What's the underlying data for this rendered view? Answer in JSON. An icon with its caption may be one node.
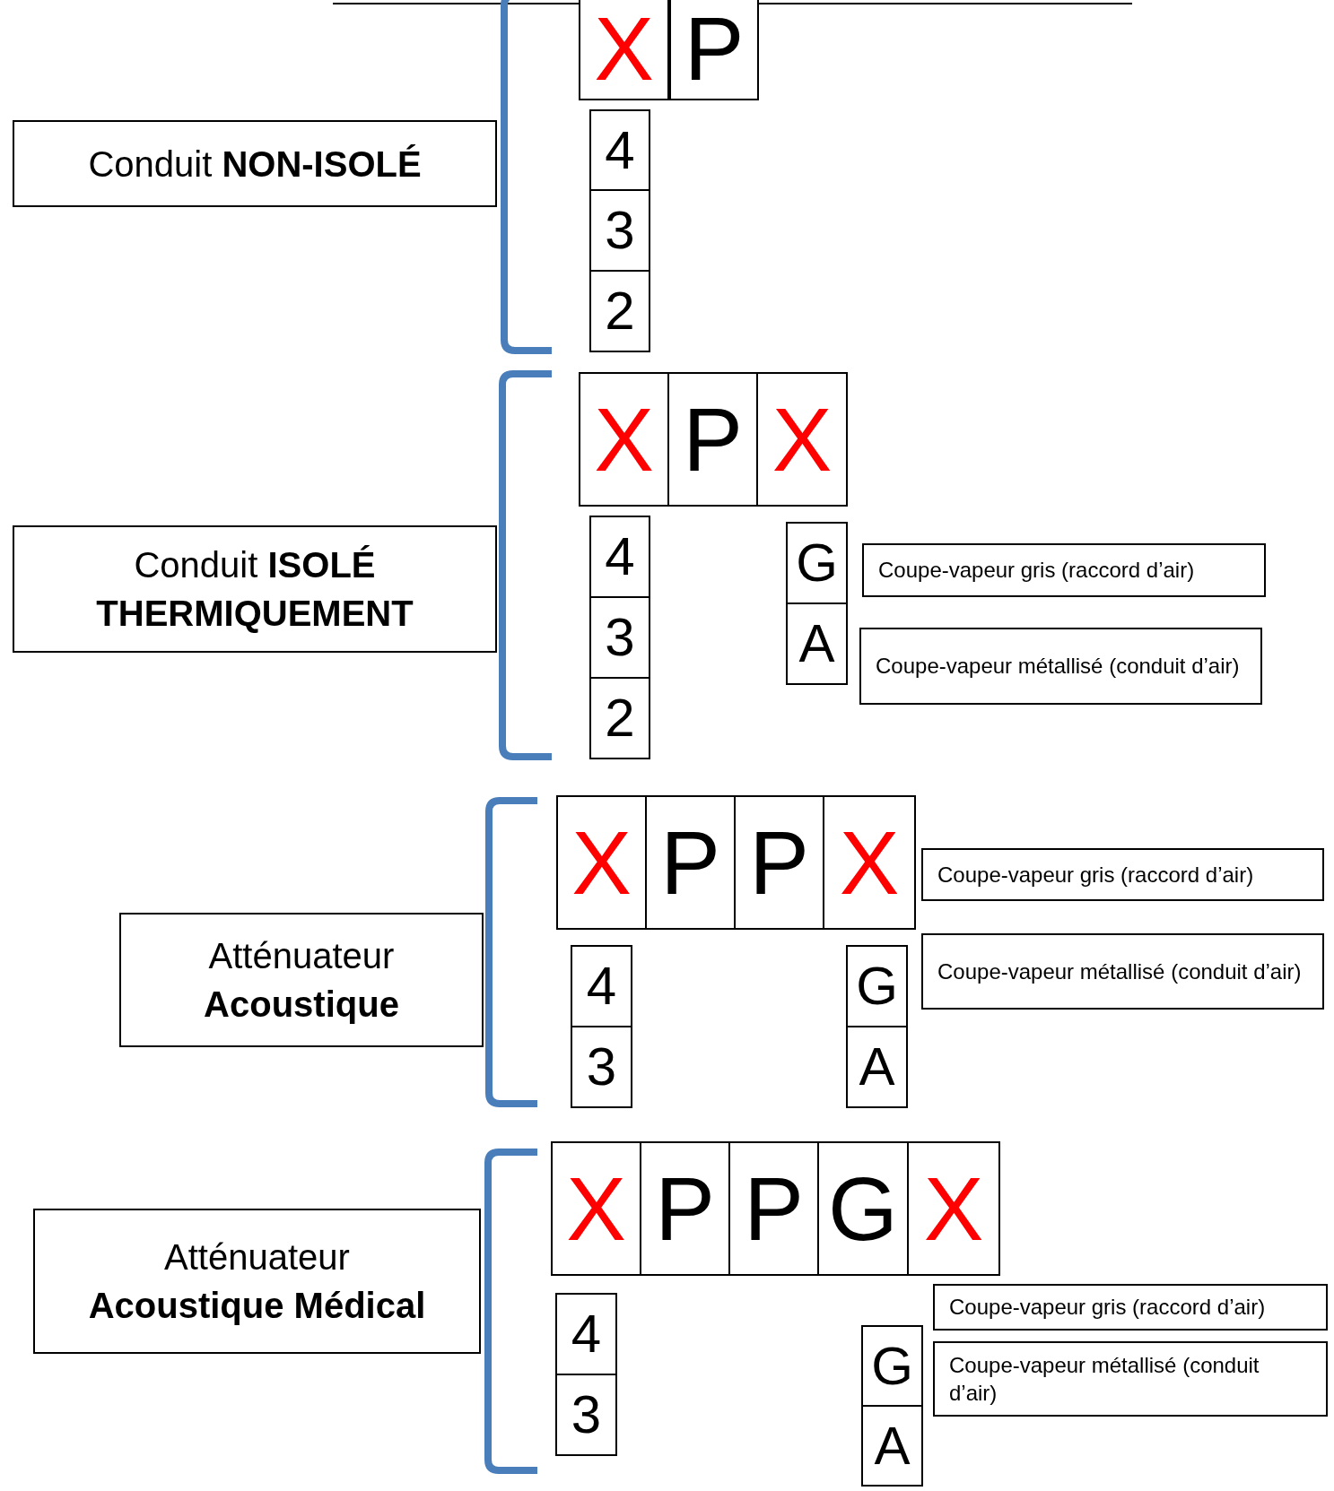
{
  "diagram": {
    "nodes": [
      {
        "text": [
          "Conduit **NON-ISOLÉ**"
        ]
      },
      {
        "text": [
          "X"
        ]
      },
      {
        "text": [
          "P"
        ]
      },
      {
        "text": [
          "4"
        ]
      },
      {
        "text": [
          "3"
        ]
      },
      {
        "text": [
          "2"
        ]
      },
      {
        "text": [
          "Conduit **ISOLÉ THERMIQUEMENT**"
        ]
      },
      {
        "text": [
          "X"
        ]
      },
      {
        "text": [
          "P"
        ]
      },
      {
        "text": [
          "X"
        ]
      },
      {
        "text": [
          "4"
        ]
      },
      {
        "text": [
          "3"
        ]
      },
      {
        "text": [
          "2"
        ]
      },
      {
        "text": [
          "G"
        ]
      },
      {
        "text": [
          "A"
        ]
      },
      {
        "text": [
          "Coupe-vapeur gris (raccord d’air)"
        ]
      },
      {
        "text": [
          "Coupe-vapeur métallisé (conduit d’air)"
        ]
      },
      {
        "text": [
          "Atténuateur **Acoustique**"
        ]
      },
      {
        "text": [
          "X"
        ]
      },
      {
        "text": [
          "P"
        ]
      },
      {
        "text": [
          "P"
        ]
      },
      {
        "text": [
          "X"
        ]
      },
      {
        "text": [
          "4"
        ]
      },
      {
        "text": [
          "3"
        ]
      },
      {
        "text": [
          "G"
        ]
      },
      {
        "text": [
          "A"
        ]
      },
      {
        "text": [
          "Coupe-vapeur gris (raccord d’air)"
        ]
      },
      {
        "text": [
          "Coupe-vapeur métallisé (conduit d’air)"
        ]
      },
      {
        "text": [
          "Atténuateur **Acoustique Médical**"
        ]
      },
      {
        "text": [
          "X"
        ]
      },
      {
        "text": [
          "P"
        ]
      },
      {
        "text": [
          "P"
        ]
      },
      {
        "text": [
          "G"
        ]
      },
      {
        "text": [
          "X"
        ]
      },
      {
        "text": [
          "4"
        ]
      },
      {
        "text": [
          "3"
        ]
      },
      {
        "text": [
          "G"
        ]
      },
      {
        "text": [
          "A"
        ]
      },
      {
        "text": [
          "Coupe-vapeur gris (raccord d’air)"
        ]
      },
      {
        "text": [
          "Coupe-vapeur métallisé (conduit d’air)"
        ]
      }
    ]
  }
}
